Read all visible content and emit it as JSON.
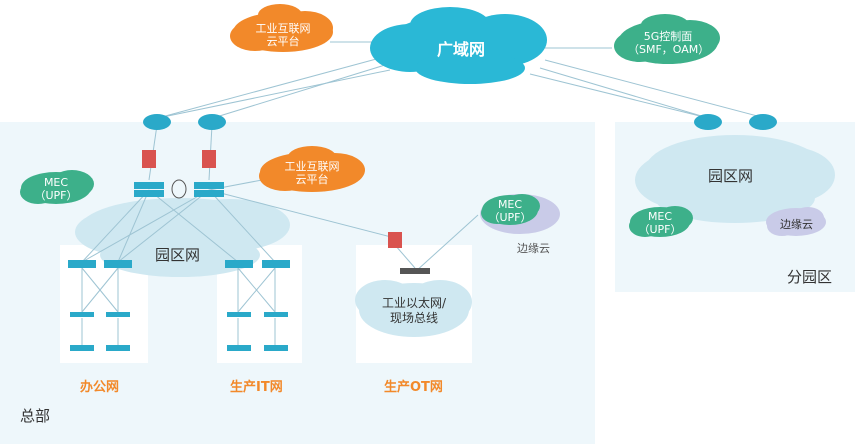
{
  "wan": {
    "label": "广域网"
  },
  "industrial_internet_cloud_top": {
    "line1": "工业互联网",
    "line2": "云平台"
  },
  "control_plane_5g": {
    "line1": "5G控制面",
    "line2": "（SMF，OAM）"
  },
  "industrial_internet_cloud_hq": {
    "line1": "工业互联网",
    "line2": "云平台"
  },
  "hq": {
    "region_label": "总部",
    "campus_label": "园区网",
    "mec": {
      "line1": "MEC",
      "line2": "（UPF）"
    },
    "edge_mec": {
      "line1": "MEC",
      "line2": "（UPF）"
    },
    "edge_cloud_label": "边缘云",
    "industrial_ethernet": {
      "line1": "工业以太网/",
      "line2": "现场总线"
    },
    "office_net": "办公网",
    "production_it_net": "生产IT网",
    "production_ot_net": "生产OT网"
  },
  "branch": {
    "region_label": "分园区",
    "campus_label": "园区网",
    "mec": {
      "line1": "MEC",
      "line2": "（UPF）"
    },
    "edge_cloud_label": "边缘云"
  },
  "colors": {
    "cloud_blue": "#2ab8d6",
    "cloud_orange": "#f2892a",
    "cloud_green": "#3db08a",
    "cloud_light": "#cfe8f1",
    "cloud_lavender": "#c9cbe8",
    "router_blue": "#2aa9c9",
    "firewall_red": "#d9534f",
    "region_bg": "#eef7fb",
    "label_orange": "#f2892a"
  }
}
